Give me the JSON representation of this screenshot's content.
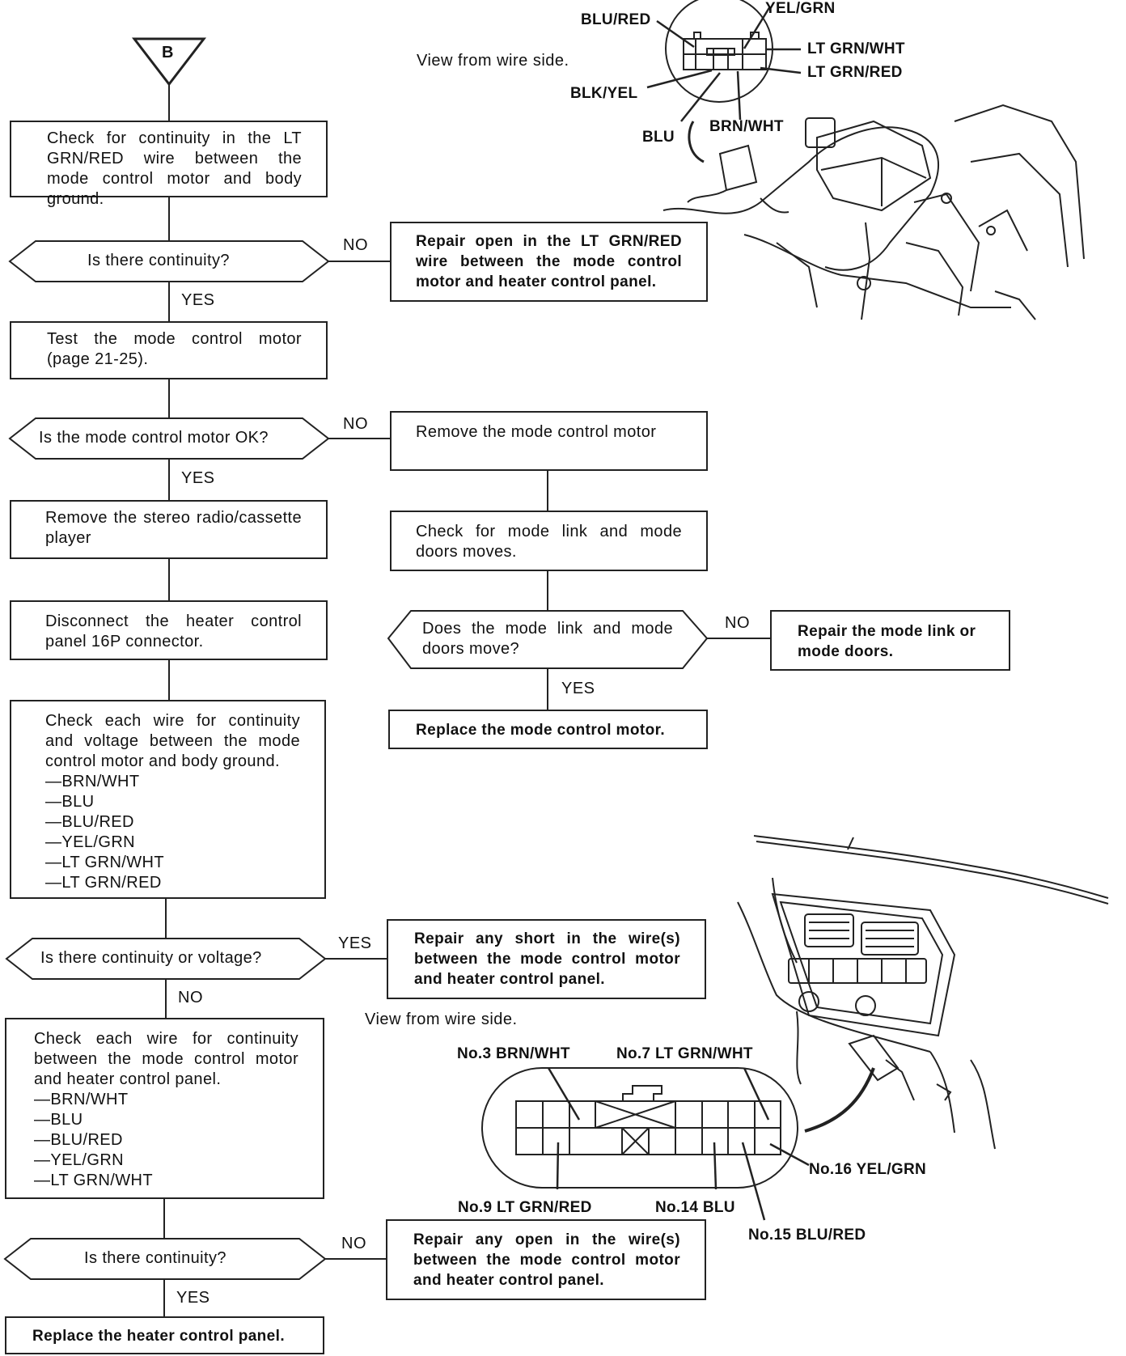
{
  "flow": {
    "start_marker": "B",
    "check_lt_grn_red": "Check for continuity in the LT GRN/RED wire between the mode control motor and body ground.",
    "q_continuity_1": "Is there continuity?",
    "repair_open_lt_grn_red": "Repair open in the LT GRN/RED wire between the mode control motor and heater control panel.",
    "test_motor": "Test the mode control motor (page 21-25).",
    "q_motor_ok": "Is the mode control motor OK?",
    "remove_motor": "Remove the mode control motor",
    "remove_stereo": "Remove the stereo radio/cassette player",
    "check_link": "Check for mode link and mode doors moves.",
    "disconnect_16p": "Disconnect the heater control panel 16P connector.",
    "q_link_move": "Does the mode link and mode doors move?",
    "repair_link": "Repair the mode link or mode doors.",
    "replace_motor": "Replace the mode control motor.",
    "check_each_voltage": [
      "Check each wire for continuity and voltage between the mode control motor and body ground.",
      "—BRN/WHT",
      "—BLU",
      "—BLU/RED",
      "—YEL/GRN",
      "—LT GRN/WHT",
      "—LT GRN/RED"
    ],
    "q_cont_voltage": "Is there continuity or voltage?",
    "repair_short": "Repair any short in the wire(s) between the mode control motor and heater control panel.",
    "check_each_panel": [
      "Check each wire for continuity between the mode control motor and heater control panel.",
      "—BRN/WHT",
      "—BLU",
      "—BLU/RED",
      "—YEL/GRN",
      "—LT GRN/WHT"
    ],
    "q_continuity_2": "Is there continuity?",
    "repair_any_open": "Repair any open in the wire(s) between the mode control motor and heater control panel.",
    "replace_panel": "Replace the heater control panel.",
    "yes": "YES",
    "no": "NO"
  },
  "motor_connector": {
    "view_note": "View from wire side.",
    "labels": {
      "blu_red": "BLU/RED",
      "yel_grn": "YEL/GRN",
      "lt_grn_wht": "LT GRN/WHT",
      "lt_grn_red": "LT GRN/RED",
      "blk_yel": "BLK/YEL",
      "blu": "BLU",
      "brn_wht": "BRN/WHT"
    }
  },
  "panel_connector": {
    "view_note": "View from wire side.",
    "labels": {
      "no3": "No.3 BRN/WHT",
      "no7": "No.7 LT GRN/WHT",
      "no9": "No.9 LT GRN/RED",
      "no14": "No.14 BLU",
      "no15": "No.15 BLU/RED",
      "no16": "No.16 YEL/GRN"
    }
  }
}
